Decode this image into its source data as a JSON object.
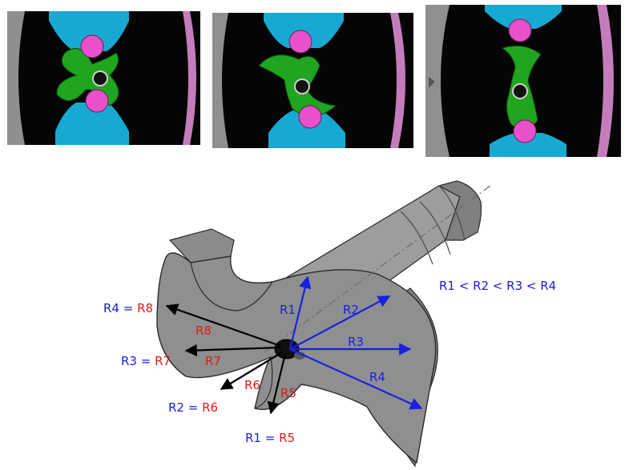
{
  "colors": {
    "accent_blue": "#1a20e0",
    "accent_red": "#e01a1a",
    "cam_green": "#1fa51f",
    "follower_pink": "#ea4fcc",
    "jaw_cyan": "#18a9d3",
    "rail_mauve": "#c47dbb",
    "metal_grey": "#8e8f8f",
    "background_black": "#050505"
  },
  "panels": [
    {
      "name": "phase-1"
    },
    {
      "name": "phase-2"
    },
    {
      "name": "phase-3"
    }
  ],
  "diagram": {
    "relation": "R1 < R2 < R3 < R4",
    "radius_labels": {
      "r1": "R1",
      "r2": "R2",
      "r3": "R3",
      "r4": "R4",
      "r5": "R5",
      "r6": "R6",
      "r7": "R7",
      "r8": "R8"
    },
    "equalities": [
      {
        "left": "R4",
        "eq": " = ",
        "right": "R8"
      },
      {
        "left": "R3",
        "eq": " = ",
        "right": "R7"
      },
      {
        "left": "R2",
        "eq": " = ",
        "right": "R6"
      },
      {
        "left": "R1",
        "eq": " = ",
        "right": "R5"
      }
    ]
  }
}
